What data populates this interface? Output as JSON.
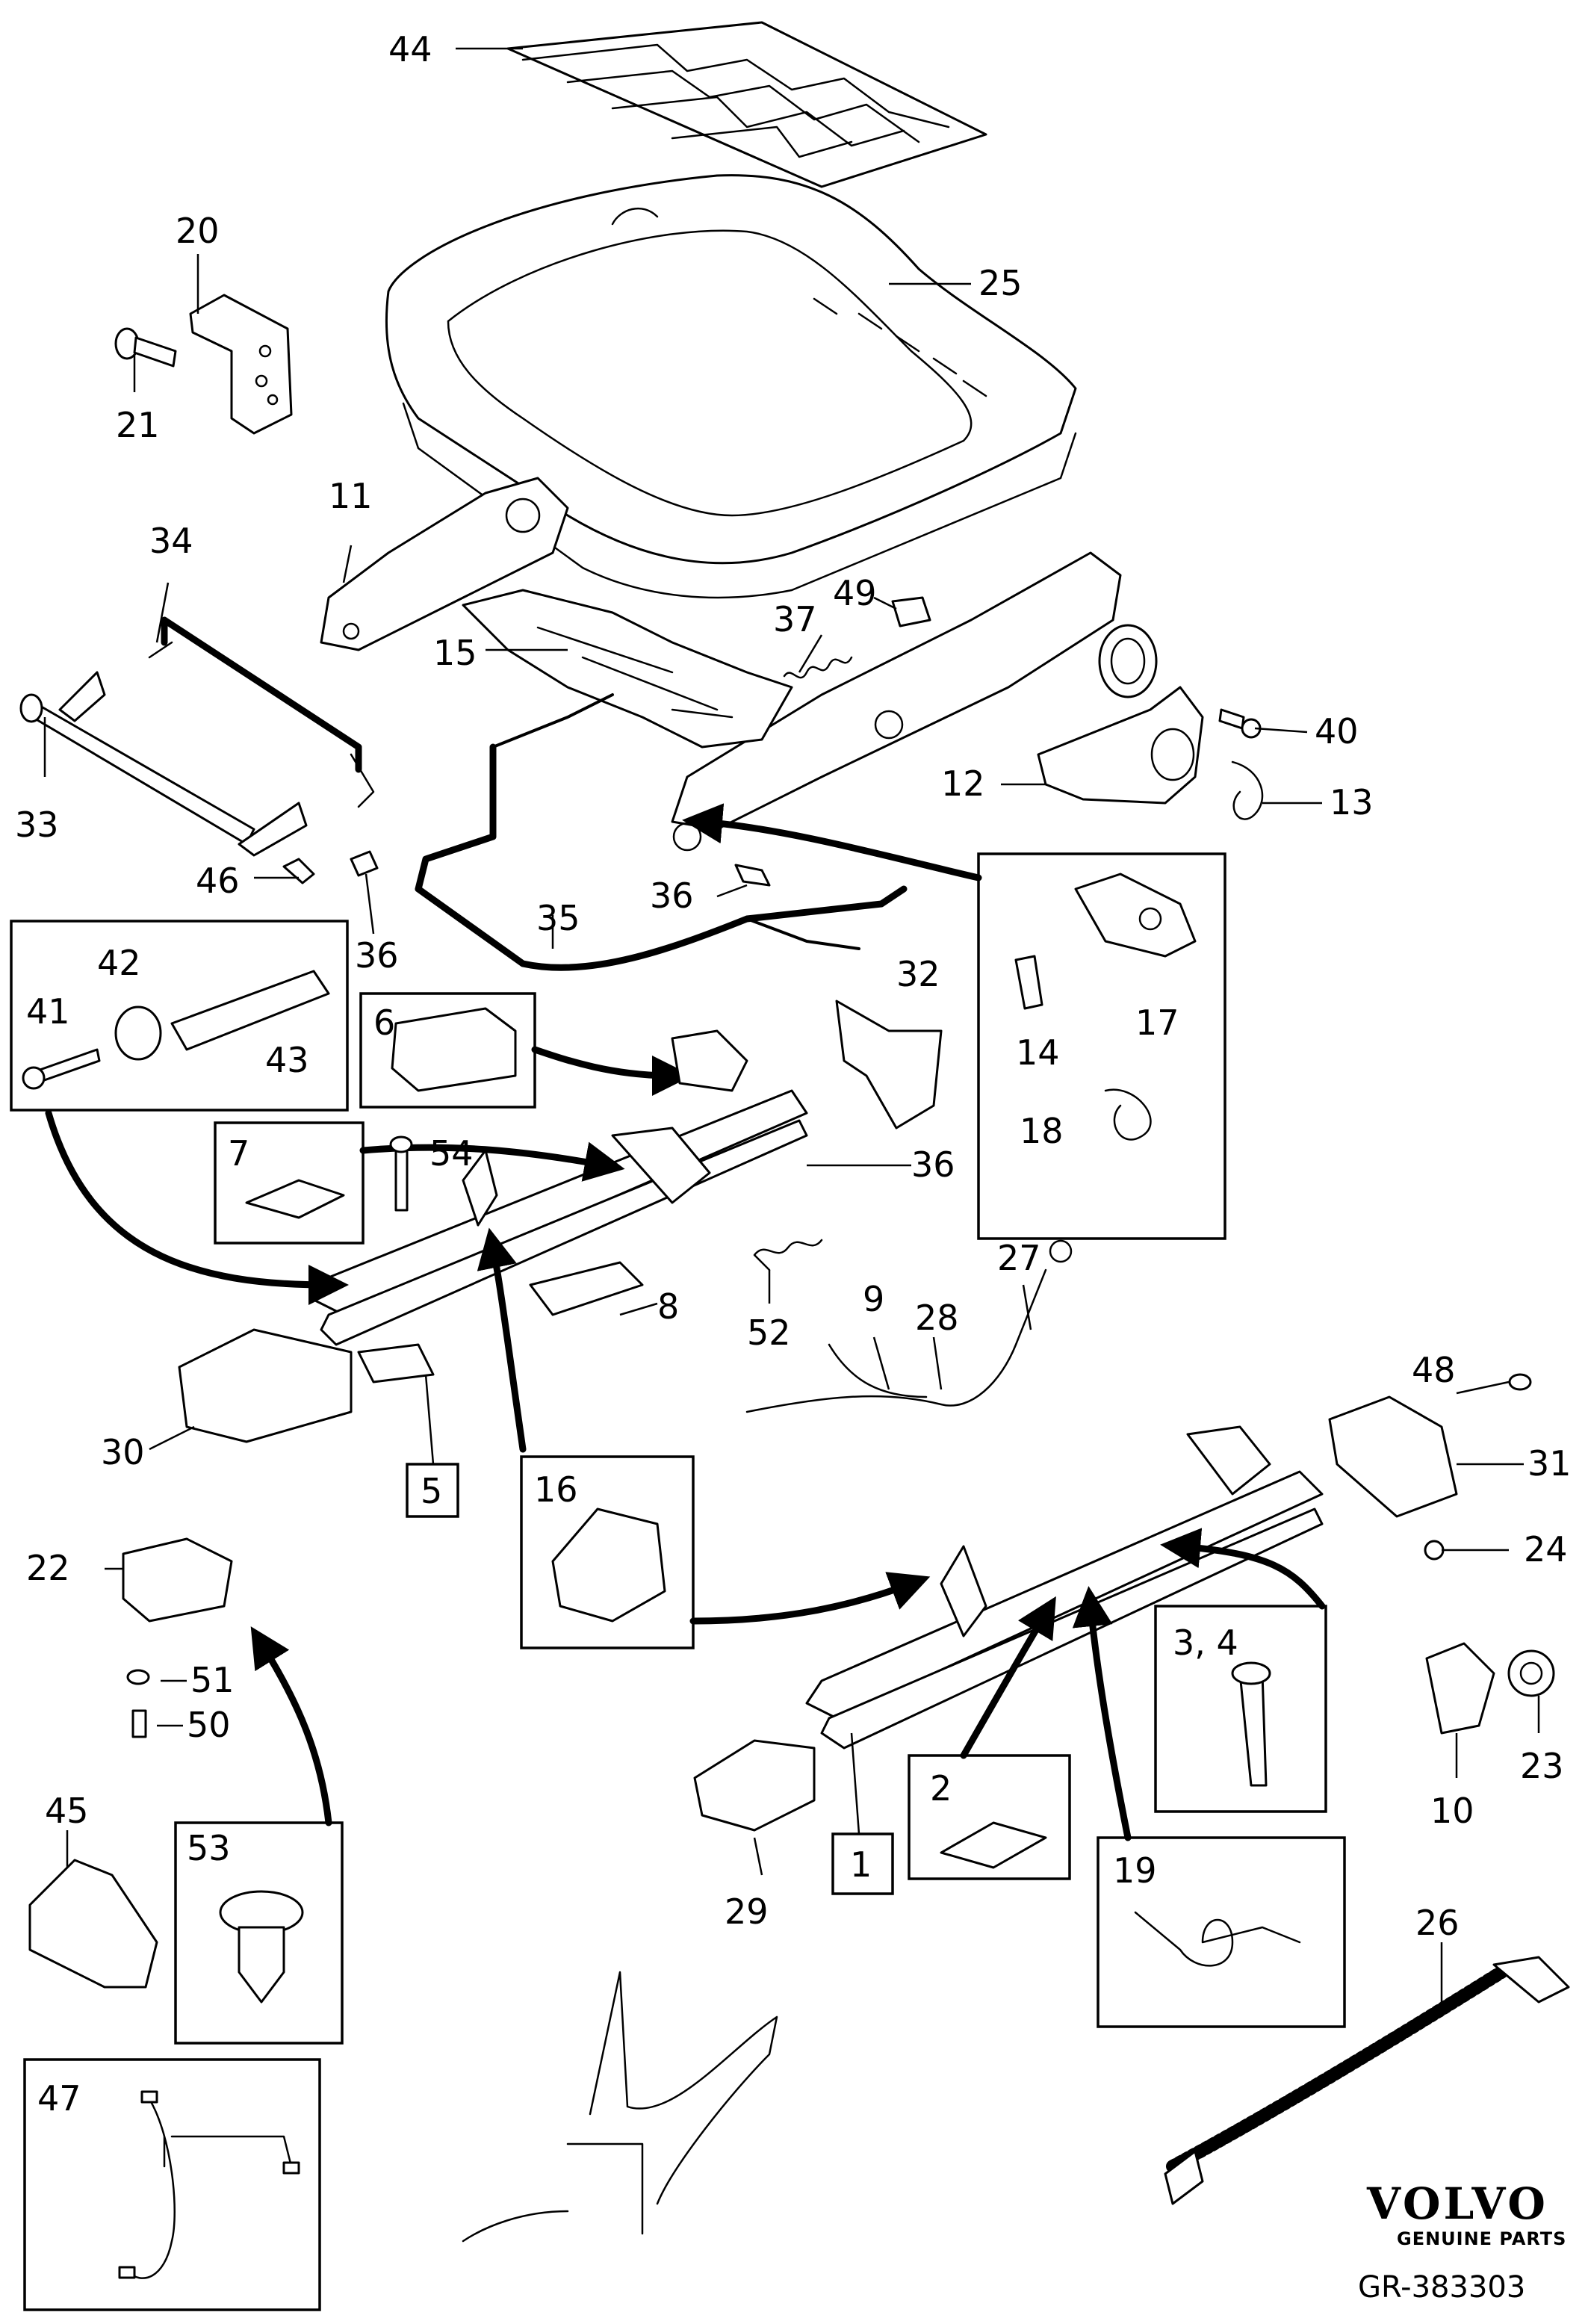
{
  "callouts": [
    "44",
    "20",
    "25",
    "21",
    "11",
    "34",
    "49",
    "37",
    "15",
    "40",
    "12",
    "13",
    "33",
    "46",
    "36",
    "35",
    "36",
    "41",
    "42",
    "43",
    "6",
    "32",
    "17",
    "14",
    "18",
    "36",
    "7",
    "54",
    "8",
    "52",
    "9",
    "28",
    "27",
    "30",
    "5",
    "16",
    "22",
    "51",
    "50",
    "48",
    "31",
    "24",
    "3, 4",
    "2",
    "1",
    "19",
    "29",
    "10",
    "23",
    "45",
    "53",
    "26",
    "47"
  ],
  "brand": {
    "name": "VOLVO",
    "tagline": "GENUINE PARTS"
  },
  "reference": "GR-383303"
}
